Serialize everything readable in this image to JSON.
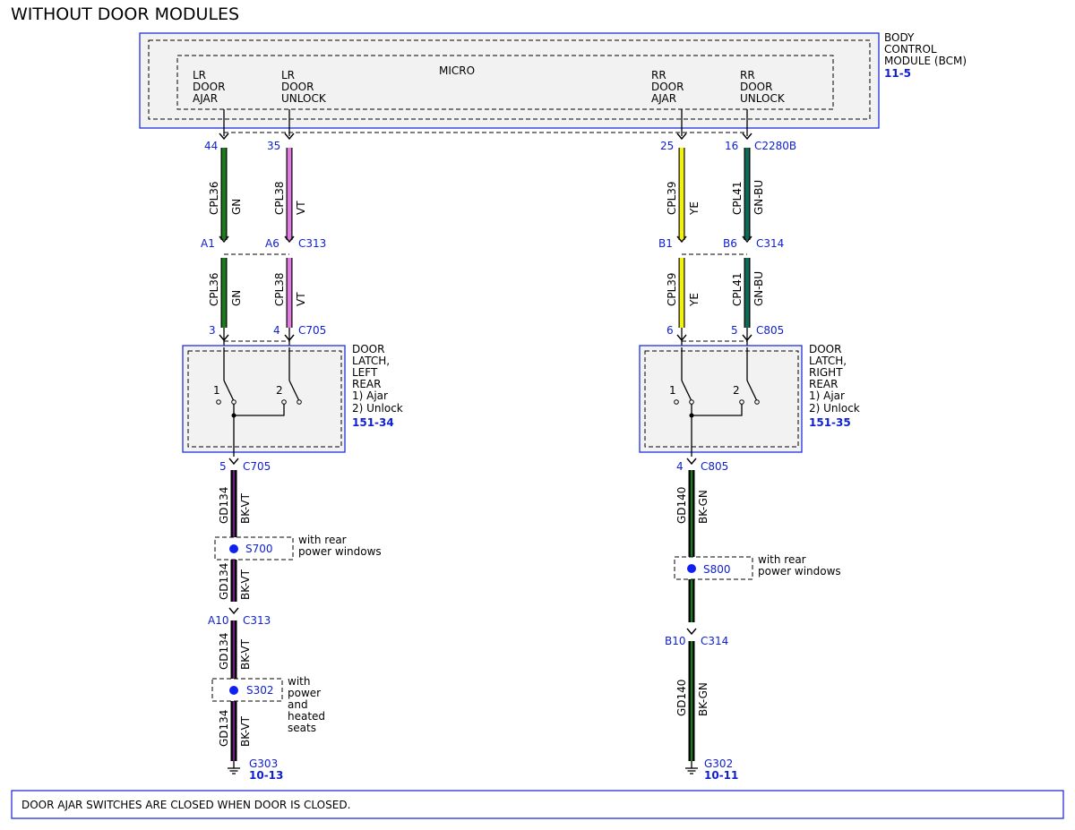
{
  "page_title": "WITHOUT DOOR MODULES",
  "bcm": {
    "name_lines": [
      "BODY",
      "CONTROL",
      "MODULE (BCM)"
    ],
    "ref": "11-5",
    "micro_label": "MICRO",
    "pin_labels": [
      {
        "lines": [
          "LR",
          "DOOR",
          "AJAR"
        ]
      },
      {
        "lines": [
          "LR",
          "DOOR",
          "UNLOCK"
        ]
      },
      {
        "lines": [
          "RR",
          "DOOR",
          "AJAR"
        ]
      },
      {
        "lines": [
          "RR",
          "DOOR",
          "UNLOCK"
        ]
      }
    ]
  },
  "circuits": [
    {
      "circuit": "CPL36",
      "color_code": "GN",
      "color": "#1d7a1d",
      "top_pin": "44",
      "mid_pin": "A1",
      "bottom_pin": "3"
    },
    {
      "circuit": "CPL38",
      "color_code": "VT",
      "color": "#e07be0",
      "top_pin": "35",
      "mid_pin": "A6",
      "bottom_pin": "4"
    },
    {
      "circuit": "CPL39",
      "color_code": "YE",
      "color": "#f4f400",
      "top_pin": "25",
      "mid_pin": "B1",
      "bottom_pin": "6"
    },
    {
      "circuit": "CPL41",
      "color_code": "GN-BU",
      "color": "#0f6a55",
      "top_pin": "16",
      "mid_pin": "B6",
      "bottom_pin": "5"
    }
  ],
  "connectors": {
    "bcm_connector": "C2280B",
    "left_inline": "C313",
    "right_inline": "C314",
    "left_latch": "C705",
    "right_latch": "C805"
  },
  "left_latch": {
    "name_lines": [
      "DOOR",
      "LATCH,",
      "LEFT",
      "REAR",
      "1) Ajar",
      "2) Unlock"
    ],
    "ref": "151-34",
    "switch_1": "1",
    "switch_2": "2"
  },
  "right_latch": {
    "name_lines": [
      "DOOR",
      "LATCH,",
      "RIGHT",
      "REAR",
      "1) Ajar",
      "2) Unlock"
    ],
    "ref": "151-35",
    "switch_1": "1",
    "switch_2": "2"
  },
  "left_ground": {
    "latch_pin": "5",
    "latch_connector": "C705",
    "circuit": "GD134",
    "color_code": "BK-VT",
    "splice_1": "S700",
    "splice_1_note": [
      "with rear",
      "power windows"
    ],
    "inline_pin": "A10",
    "inline_connector": "C313",
    "splice_2": "S302",
    "splice_2_note": [
      "with",
      "power",
      "and",
      "heated",
      "seats"
    ],
    "ground": "G303",
    "ground_ref": "10-13"
  },
  "right_ground": {
    "latch_pin": "4",
    "latch_connector": "C805",
    "circuit": "GD140",
    "color_code": "BK-GN",
    "splice": "S800",
    "splice_note": [
      "with rear",
      "power windows"
    ],
    "inline_pin": "B10",
    "inline_connector": "C314",
    "ground": "G302",
    "ground_ref": "10-11"
  },
  "footer_note": "DOOR AJAR SWITCHES ARE CLOSED WHEN DOOR IS CLOSED.",
  "colors": {
    "connector_text": "#1020d0",
    "module_border": "#2030e0",
    "module_fill": "#f2f2f2",
    "ground_lr_stripe": "#6a1f7a",
    "ground_rr_stripe": "#1d7a1d"
  }
}
